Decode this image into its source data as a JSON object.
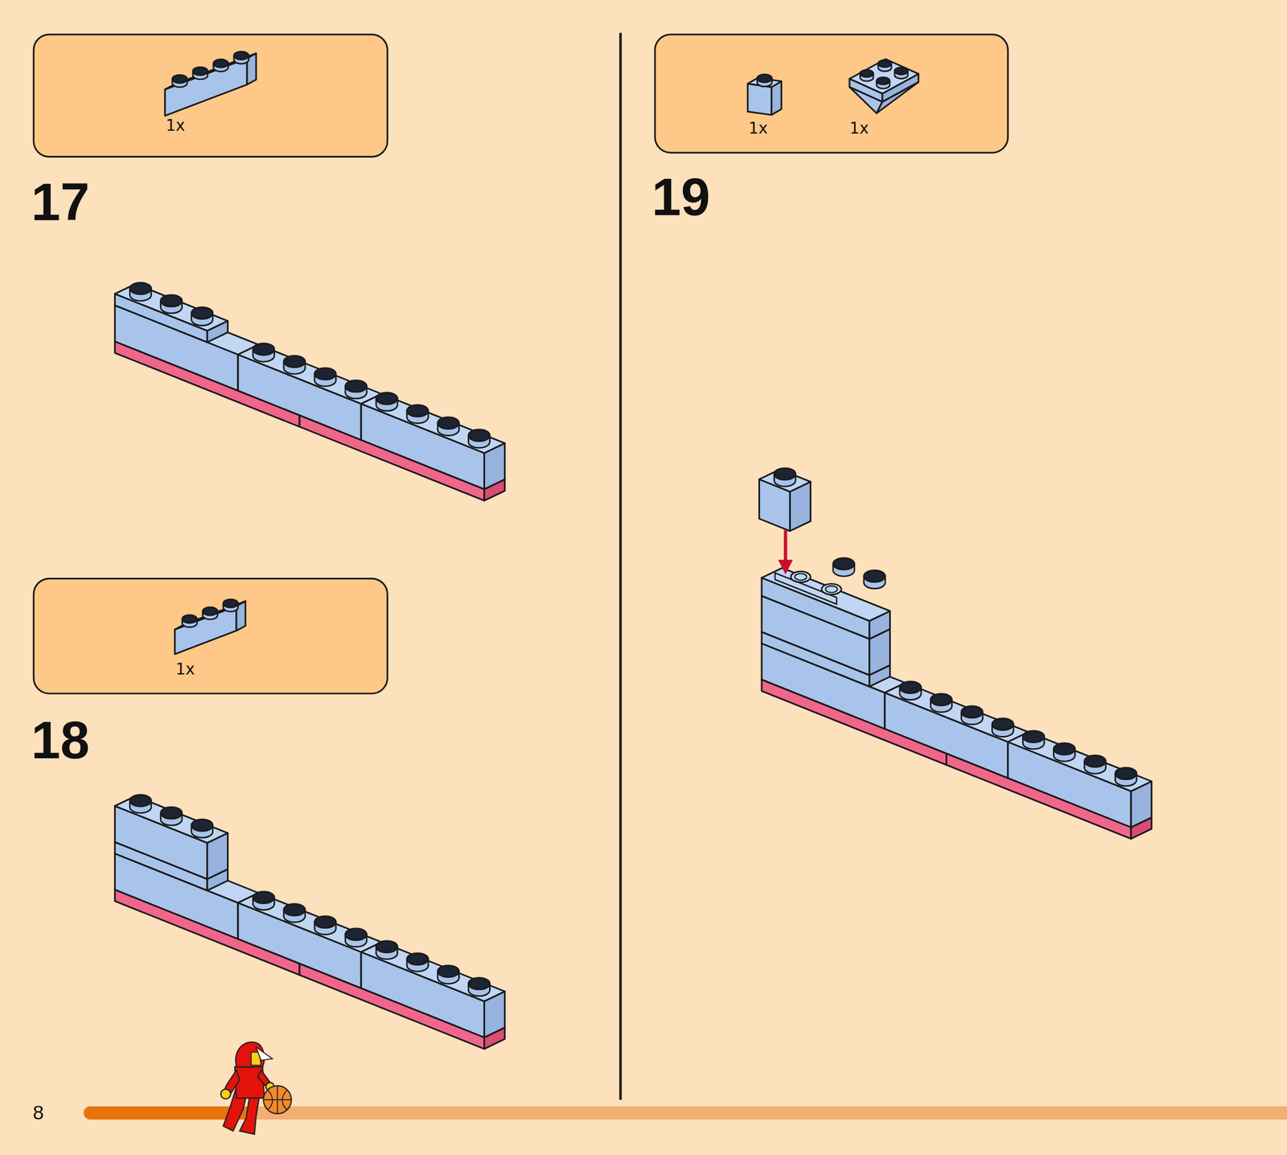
{
  "diagram": {
    "nodes": [
      {
        "text": [
          "1x"
        ]
      },
      {
        "text": [
          "1x"
        ]
      },
      {
        "text": [
          "1x",
          "1x"
        ]
      }
    ],
    "labels": [
      "17",
      "18",
      "19",
      "8"
    ]
  }
}
